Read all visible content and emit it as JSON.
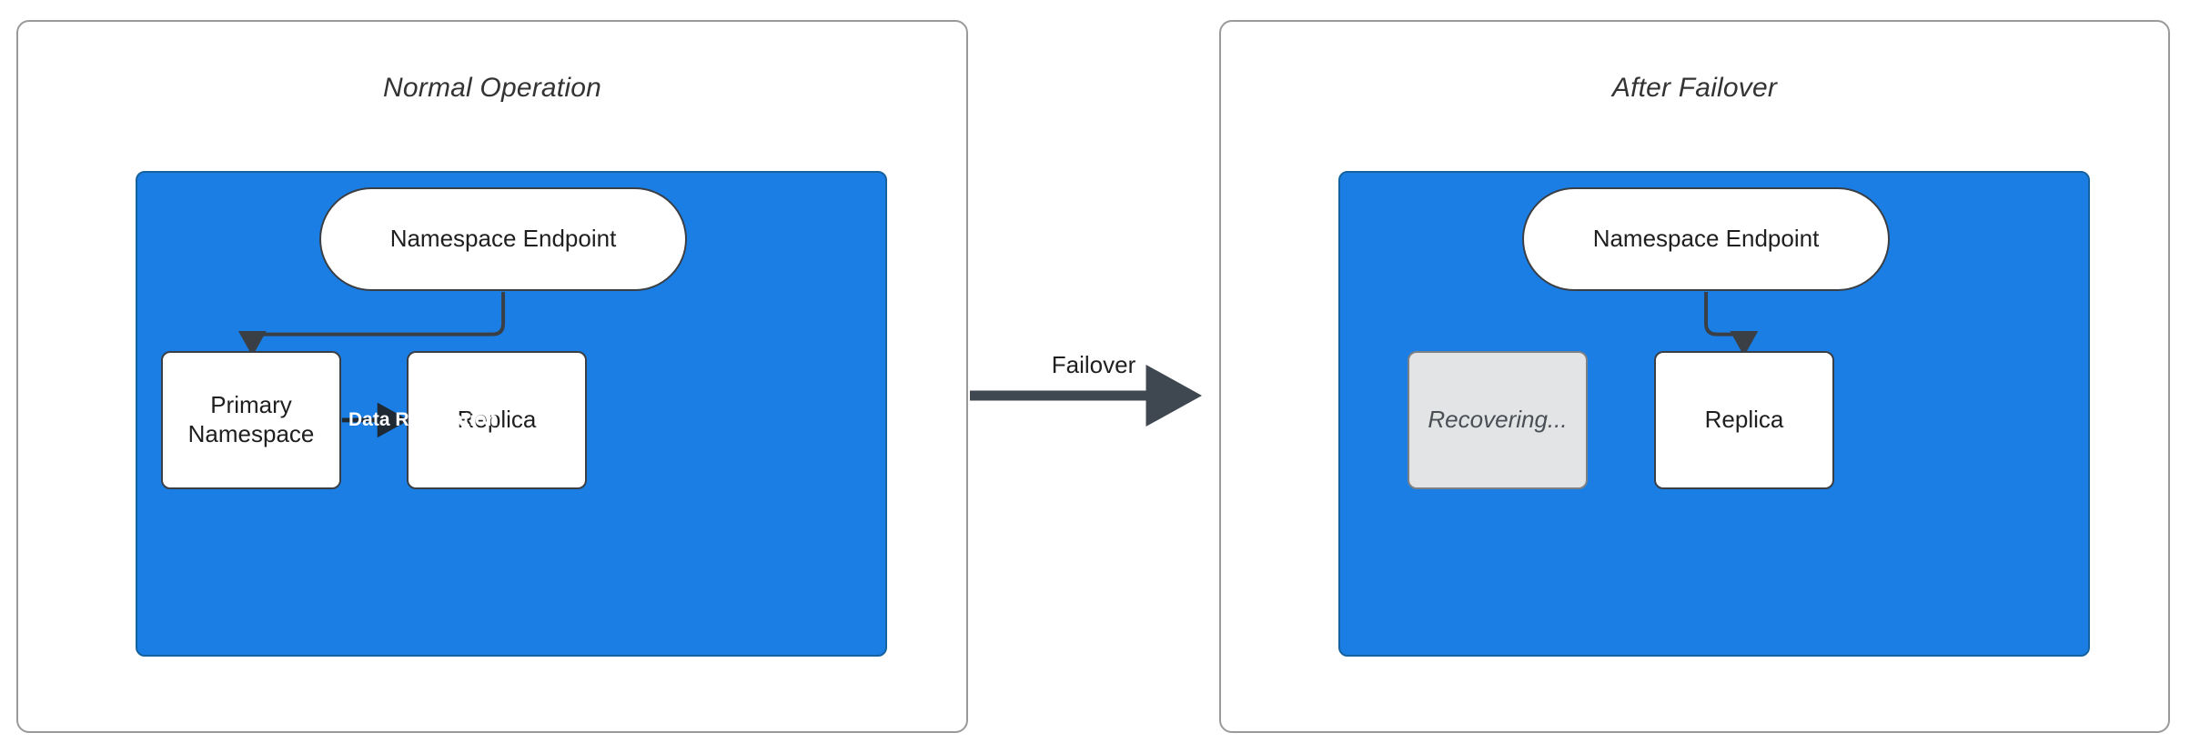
{
  "diagram": {
    "title_left": "Normal Operation",
    "title_right": "After Failover",
    "transition_label": "Failover",
    "colors": {
      "region_blue": "#1a7ee5",
      "node_white": "#ffffff",
      "node_muted": "#e2e4e6",
      "stroke_dark": "#3a3f45",
      "panel_border": "#9a9a9a",
      "label_white": "#ffffff"
    },
    "panels": [
      {
        "id": "normal-operation",
        "title": "Normal Operation",
        "nodes": [
          {
            "id": "namespace-endpoint",
            "label": "Namespace Endpoint",
            "shape": "pill",
            "state": "active"
          },
          {
            "id": "primary-namespace",
            "label": "Primary\nNamespace",
            "line1": "Primary",
            "line2": "Namespace",
            "shape": "box",
            "state": "active"
          },
          {
            "id": "replica",
            "label": "Replica",
            "shape": "box",
            "state": "active"
          }
        ],
        "edges": [
          {
            "from": "namespace-endpoint",
            "to": "primary-namespace",
            "label": "",
            "style": "elbow-arrow"
          },
          {
            "from": "primary-namespace",
            "to": "replica",
            "label": "Data Replication",
            "style": "straight-arrow"
          }
        ]
      },
      {
        "id": "after-failover",
        "title": "After Failover",
        "nodes": [
          {
            "id": "namespace-endpoint",
            "label": "Namespace Endpoint",
            "shape": "pill",
            "state": "active"
          },
          {
            "id": "recovering",
            "label": "Recovering...",
            "shape": "box",
            "state": "muted"
          },
          {
            "id": "replica",
            "label": "Replica",
            "shape": "box",
            "state": "active"
          }
        ],
        "edges": [
          {
            "from": "namespace-endpoint",
            "to": "replica",
            "label": "",
            "style": "elbow-arrow"
          }
        ]
      }
    ]
  }
}
